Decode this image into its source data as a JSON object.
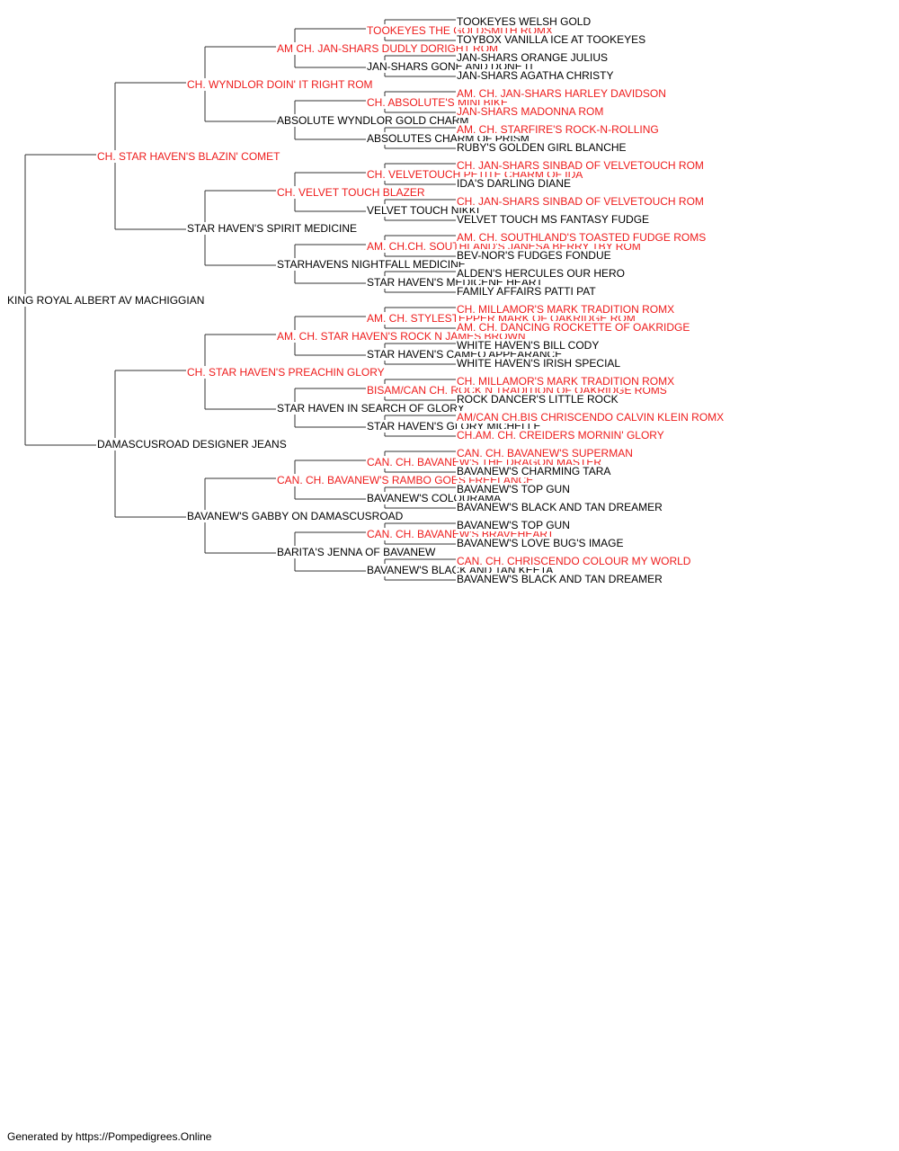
{
  "pedigree": [
    {
      "name": "KING ROYAL ALBERT AV MACHIGGIAN",
      "champion": false
    },
    {
      "name": "CH. STAR HAVEN'S BLAZIN' COMET",
      "champion": true
    },
    {
      "name": "DAMASCUSROAD DESIGNER JEANS",
      "champion": false
    },
    {
      "name": "CH. WYNDLOR DOIN' IT RIGHT ROM",
      "champion": true
    },
    {
      "name": "STAR HAVEN'S SPIRIT MEDICINE",
      "champion": false
    },
    {
      "name": "CH. STAR HAVEN'S PREACHIN GLORY",
      "champion": true
    },
    {
      "name": "BAVANEW'S GABBY ON DAMASCUSROAD",
      "champion": false
    },
    {
      "name": "AM CH. JAN-SHARS DUDLY DORIGHT ROM",
      "champion": true
    },
    {
      "name": "ABSOLUTE WYNDLOR GOLD CHARM",
      "champion": false
    },
    {
      "name": "CH. VELVET TOUCH BLAZER",
      "champion": true
    },
    {
      "name": "STARHAVENS NIGHTFALL MEDICINE",
      "champion": false
    },
    {
      "name": "AM. CH. STAR HAVEN'S ROCK N JAMES BROWN",
      "champion": true
    },
    {
      "name": "STAR HAVEN IN SEARCH OF GLORY",
      "champion": false
    },
    {
      "name": "CAN. CH. BAVANEW'S RAMBO GOES FREELANCE",
      "champion": true
    },
    {
      "name": "BARITA'S JENNA OF BAVANEW",
      "champion": false
    },
    {
      "name": "TOOKEYES THE GOLDSMITH ROMX",
      "champion": true
    },
    {
      "name": "JAN-SHARS GONE AND DONE IT",
      "champion": false
    },
    {
      "name": "CH. ABSOLUTE'S MINI BIKE",
      "champion": true
    },
    {
      "name": "ABSOLUTES CHARM OF PRISM",
      "champion": false
    },
    {
      "name": "CH. VELVETOUCH PETITE CHARM OF IDA",
      "champion": true
    },
    {
      "name": "VELVET TOUCH NIKKI",
      "champion": false
    },
    {
      "name": "AM. CH.CH. SOUTHLAND'S JANESA BERRY TBY ROM",
      "champion": true
    },
    {
      "name": "STAR HAVEN'S MEDICENE HEART",
      "champion": false
    },
    {
      "name": "AM. CH. STYLESTEPPER MARK OF OAKRIDGE ROM",
      "champion": true
    },
    {
      "name": "STAR HAVEN'S CAMEO APPEARANCE",
      "champion": false
    },
    {
      "name": "BISAM/CAN CH. ROCK N TRADITION OF OAKRIDGE ROMS",
      "champion": true
    },
    {
      "name": "STAR HAVEN'S GLORY MICHELLE",
      "champion": false
    },
    {
      "name": "CAN. CH. BAVANEW'S THE DRAGON MASTER",
      "champion": true
    },
    {
      "name": "BAVANEW'S COLOURAMA",
      "champion": false
    },
    {
      "name": "CAN. CH. BAVANEW'S BRAVEHEART",
      "champion": true
    },
    {
      "name": "BAVANEW'S BLACK AND TAN KEETA",
      "champion": false
    },
    {
      "name": "TOOKEYES WELSH GOLD",
      "champion": false
    },
    {
      "name": "TOYBOX VANILLA ICE AT TOOKEYES",
      "champion": false
    },
    {
      "name": "JAN-SHARS ORANGE JULIUS",
      "champion": false
    },
    {
      "name": "JAN-SHARS AGATHA CHRISTY",
      "champion": false
    },
    {
      "name": "AM. CH. JAN-SHARS HARLEY DAVIDSON",
      "champion": true
    },
    {
      "name": "JAN-SHARS MADONNA ROM",
      "champion": true
    },
    {
      "name": "AM. CH. STARFIRE'S ROCK-N-ROLLING",
      "champion": true
    },
    {
      "name": "RUBY'S GOLDEN GIRL BLANCHE",
      "champion": false
    },
    {
      "name": "CH. JAN-SHARS SINBAD OF VELVETOUCH ROM",
      "champion": true
    },
    {
      "name": "IDA'S DARLING DIANE",
      "champion": false
    },
    {
      "name": "CH. JAN-SHARS SINBAD OF VELVETOUCH ROM",
      "champion": true
    },
    {
      "name": "VELVET TOUCH MS FANTASY FUDGE",
      "champion": false
    },
    {
      "name": "AM. CH. SOUTHLAND'S TOASTED FUDGE ROMS",
      "champion": true
    },
    {
      "name": "BEV-NOR'S FUDGES FONDUE",
      "champion": false
    },
    {
      "name": "ALDEN'S HERCULES OUR HERO",
      "champion": false
    },
    {
      "name": "FAMILY AFFAIRS PATTI PAT",
      "champion": false
    },
    {
      "name": "CH. MILLAMOR'S MARK TRADITION ROMX",
      "champion": true
    },
    {
      "name": "AM. CH. DANCING ROCKETTE OF OAKRIDGE",
      "champion": true
    },
    {
      "name": "WHITE HAVEN'S BILL CODY",
      "champion": false
    },
    {
      "name": "WHITE HAVEN'S IRISH SPECIAL",
      "champion": false
    },
    {
      "name": "CH. MILLAMOR'S MARK TRADITION ROMX",
      "champion": true
    },
    {
      "name": "ROCK DANCER'S LITTLE ROCK",
      "champion": false
    },
    {
      "name": "AM/CAN CH.BIS CHRISCENDO CALVIN KLEIN ROMX",
      "champion": true
    },
    {
      "name": "CH.AM. CH. CREIDERS MORNIN' GLORY",
      "champion": true
    },
    {
      "name": "CAN. CH. BAVANEW'S SUPERMAN",
      "champion": true
    },
    {
      "name": "BAVANEW'S CHARMING TARA",
      "champion": false
    },
    {
      "name": "BAVANEW'S TOP GUN",
      "champion": false
    },
    {
      "name": "BAVANEW'S BLACK AND TAN DREAMER",
      "champion": false
    },
    {
      "name": "BAVANEW'S TOP GUN",
      "champion": false
    },
    {
      "name": "BAVANEW'S LOVE BUG'S IMAGE",
      "champion": false
    },
    {
      "name": "CAN. CH. CHRISCENDO COLOUR MY WORLD",
      "champion": true
    },
    {
      "name": "BAVANEW'S BLACK AND TAN DREAMER",
      "champion": false
    }
  ],
  "footer": "Generated by https://Pompedigrees.Online",
  "colors": {
    "champion": "#ee1c1c",
    "plain": "#000000",
    "line": "#333333"
  }
}
